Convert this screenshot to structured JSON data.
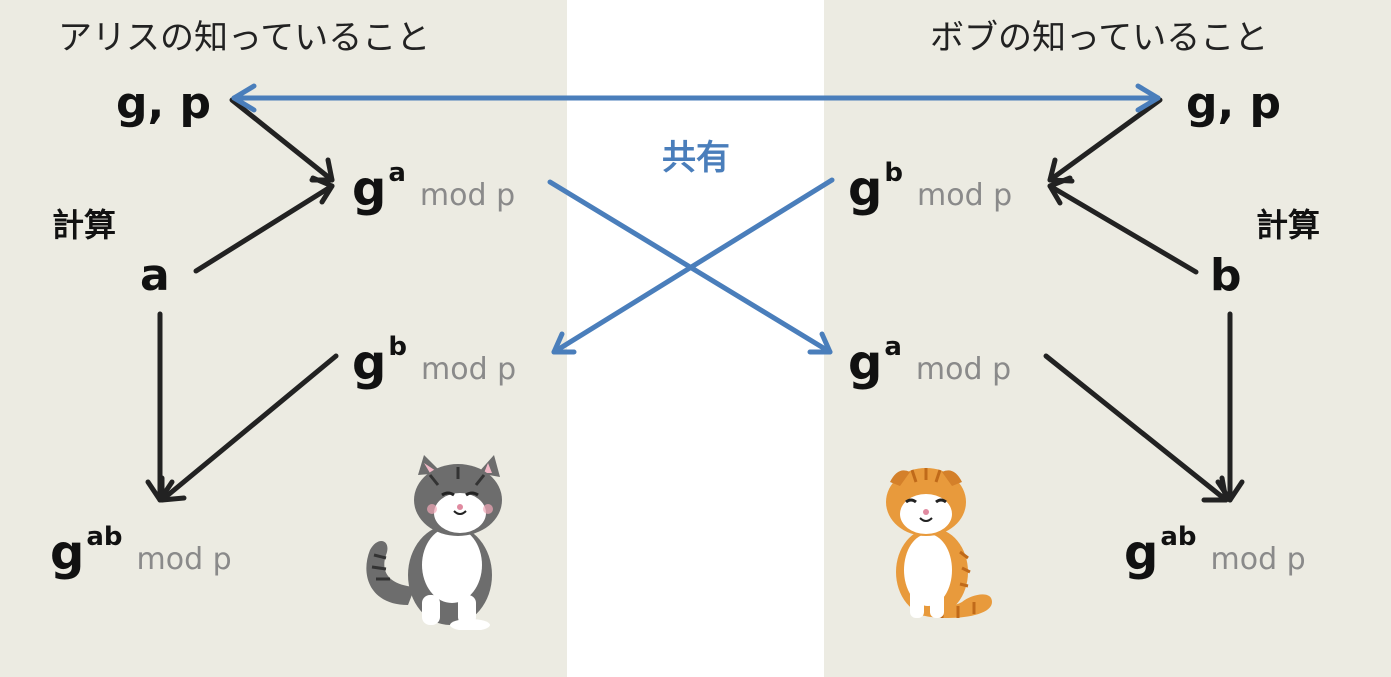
{
  "alice": {
    "title": "アリスの知っていること",
    "public": "g, p",
    "compute_label": "計算",
    "secret": "a",
    "sent": {
      "base": "g",
      "exp": "a",
      "mod": "mod p"
    },
    "received": {
      "base": "g",
      "exp": "b",
      "mod": "mod p"
    },
    "result": {
      "base": "g",
      "exp": "ab",
      "mod": "mod p"
    }
  },
  "bob": {
    "title": "ボブの知っていること",
    "public": "g, p",
    "compute_label": "計算",
    "secret": "b",
    "sent": {
      "base": "g",
      "exp": "b",
      "mod": "mod p"
    },
    "received": {
      "base": "g",
      "exp": "a",
      "mod": "mod p"
    },
    "result": {
      "base": "g",
      "exp": "ab",
      "mod": "mod p"
    }
  },
  "shared_label": "共有",
  "colors": {
    "panel": "#ecebe2",
    "black_arrow": "#222222",
    "blue_arrow": "#4a7ebb",
    "mod_text": "#8a8a8a"
  },
  "icons": [
    "gray-cat-icon",
    "orange-cat-icon"
  ]
}
